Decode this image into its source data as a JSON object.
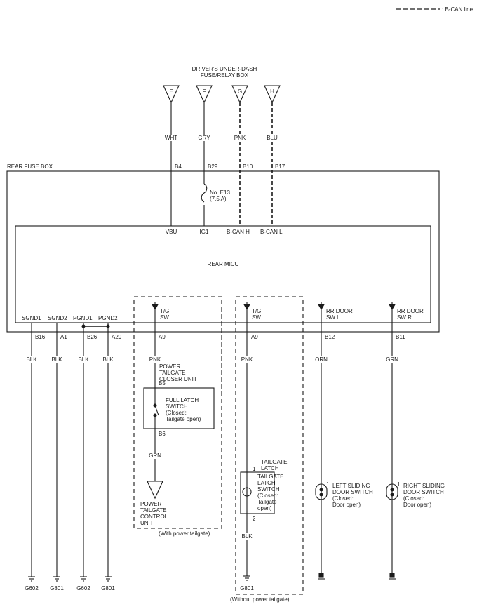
{
  "legend": {
    "text": ": B-CAN line"
  },
  "fuse_box_top": {
    "title": "DRIVER'S UNDER-DASH\nFUSE/RELAY BOX",
    "connectors": [
      "E",
      "F",
      "G",
      "H"
    ],
    "wire_colors": [
      "WHT",
      "GRY",
      "PNK",
      "BLU"
    ]
  },
  "rear_fuse_box": {
    "title": "REAR FUSE BOX",
    "pins_top": [
      "B4",
      "B29",
      "B10",
      "B17"
    ],
    "fuse": "No. E13\n(7.5 A)"
  },
  "micu": {
    "title": "REAR MICU",
    "inputs_top": [
      "VBU",
      "IG1",
      "B-CAN H",
      "B-CAN L"
    ],
    "bottom_labels": [
      "SGND1",
      "SGND2",
      "PGND1",
      "PGND2"
    ],
    "switch_labels": [
      "T/G\nSW",
      "T/G\nSW",
      "RR DOOR\nSW L",
      "RR DOOR\nSW R"
    ]
  },
  "grounds": {
    "pins": [
      "B16",
      "A1",
      "B26",
      "A29"
    ],
    "wire_colors": [
      "BLK",
      "BLK",
      "BLK",
      "BLK"
    ],
    "names": [
      "G602",
      "G801",
      "G602",
      "G801"
    ]
  },
  "power_tailgate": {
    "pin": "A9",
    "wire": "PNK",
    "closer_unit": "POWER\nTAILGATE\nCLOSER UNIT",
    "pin_in": "B5",
    "switch": "FULL LATCH\nSWITCH\n(Closed:\nTailgate open)",
    "pin_out": "B6",
    "wire_out": "GRN",
    "control_unit": "POWER\nTAILGATE\nCONTROL\nUNIT",
    "note": "(With power tailgate)"
  },
  "no_power_tailgate": {
    "pin": "A9",
    "wire": "PNK",
    "latch_title": "TAILGATE\nLATCH",
    "pin1": "1",
    "switch": "TAILGATE\nLATCH\nSWITCH\n(Closed:\nTailgate\nopen)",
    "pin2": "2",
    "wire_out": "BLK",
    "ground": "G801",
    "note": "(Without power tailgate)"
  },
  "door_switches": [
    {
      "pin": "B12",
      "wire": "ORN",
      "pin_num": "1",
      "label": "LEFT SLIDING\nDOOR SWITCH\n(Closed:\nDoor open)"
    },
    {
      "pin": "B11",
      "wire": "GRN",
      "pin_num": "1",
      "label": "RIGHT SLIDING\nDOOR SWITCH\n(Closed:\nDoor open)"
    }
  ]
}
